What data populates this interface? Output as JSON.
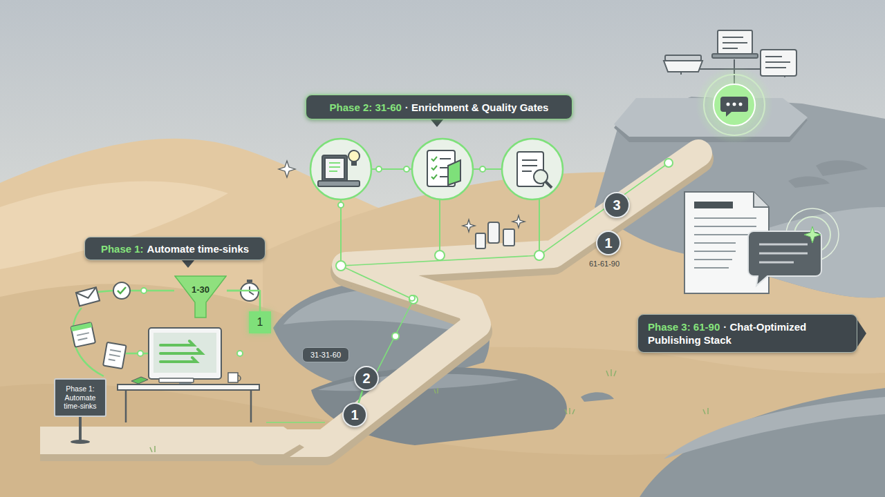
{
  "diagram": {
    "nodes": [
      {
        "text": [
          "Phase 1:",
          "Automate time-sinks"
        ]
      },
      {
        "text": [
          "1-30"
        ]
      },
      {
        "text": [
          "1"
        ]
      },
      {
        "text": [
          "Phase 2: 31-60",
          "· Enrichment & Quality Gates"
        ]
      },
      {
        "text": [
          "Phase 1: Automate time-sinks"
        ]
      },
      {
        "text": [
          "31-31-60"
        ]
      },
      {
        "text": [
          "2"
        ]
      },
      {
        "text": [
          "1"
        ]
      },
      {
        "text": [
          "3"
        ]
      },
      {
        "text": [
          "1"
        ]
      },
      {
        "text": [
          "Phase 3: 61-90",
          "· Chat-Optimized Publishing Stack"
        ]
      }
    ],
    "edges": [
      {
        "from": 1,
        "to": 2,
        "arrow": "none"
      },
      {
        "from": 7,
        "to": 6,
        "arrow": "none"
      }
    ],
    "labels": [
      "61-61-90"
    ]
  }
}
